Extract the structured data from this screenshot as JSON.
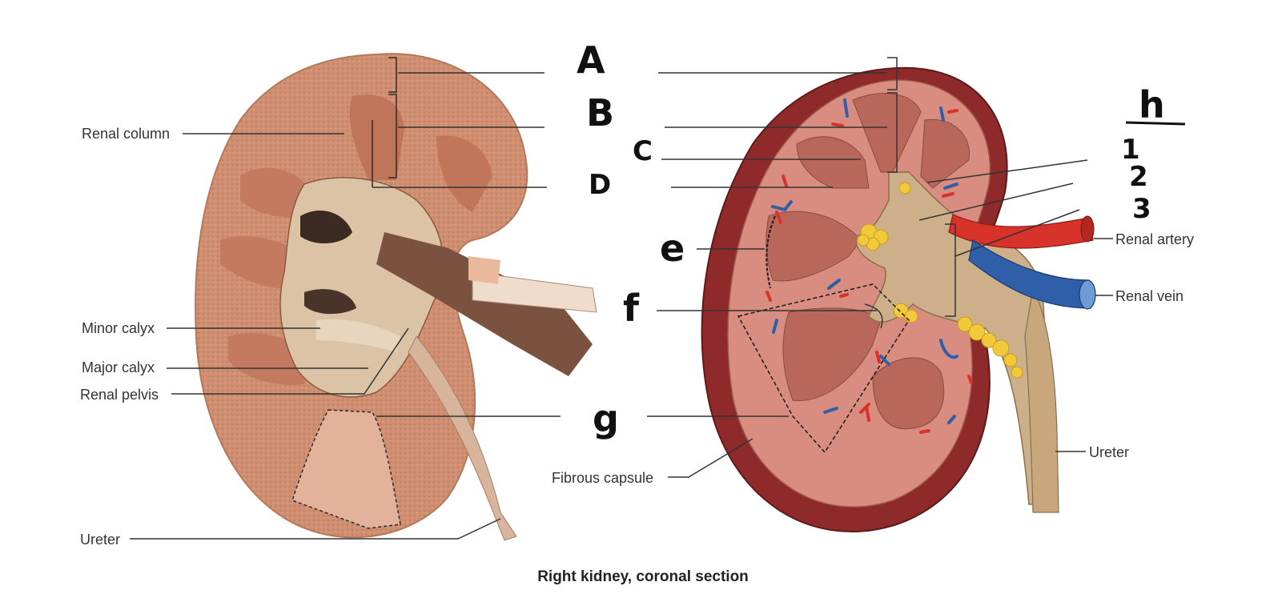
{
  "figure": {
    "caption": "Right kidney, coronal section"
  },
  "left_photo_labels": {
    "renal_column": "Renal column",
    "minor_calyx": "Minor calyx",
    "major_calyx": "Major calyx",
    "renal_pelvis": "Renal pelvis",
    "ureter": "Ureter"
  },
  "right_illustration_labels": {
    "renal_artery": "Renal artery",
    "renal_vein": "Renal vein",
    "ureter": "Ureter",
    "fibrous_capsule": "Fibrous capsule"
  },
  "handwritten_labels": {
    "a": "A",
    "b": "B",
    "c": "C",
    "d": "D",
    "e": "e",
    "f": "f",
    "g": "g",
    "h": "h",
    "one": "1",
    "two": "2",
    "three": "3"
  },
  "colors": {
    "photo_tissue": "#c98a6c",
    "photo_medulla": "#c07358",
    "illustration_capsule": "#8e2a2a",
    "illustration_cortex": "#d98d80",
    "pyramid": "#b9675a",
    "pelvis": "#cdb08a",
    "artery": "#d8332a",
    "vein": "#2f5fa8",
    "fat": "#f1c93b"
  }
}
